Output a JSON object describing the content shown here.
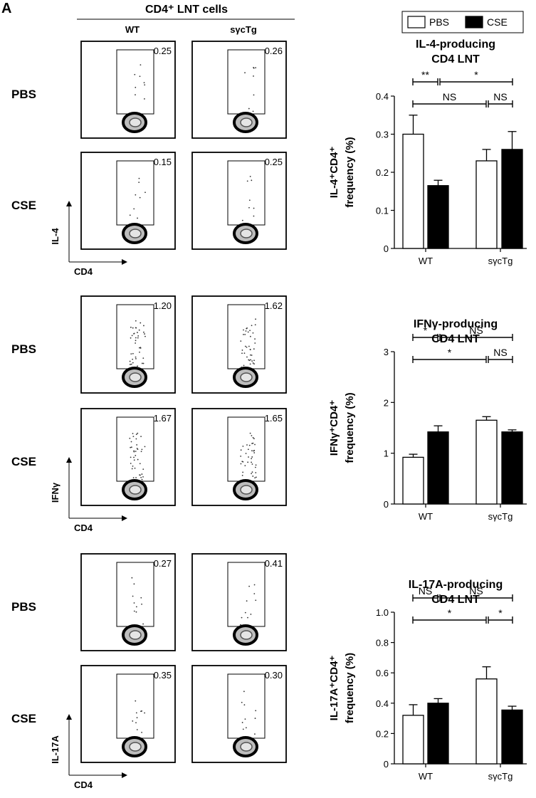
{
  "figure": {
    "panel_letter": "A",
    "header": "CD4⁺ LNT cells",
    "col_wt": "WT",
    "col_tg": "sγcTg",
    "row_labels": [
      "PBS",
      "CSE",
      "PBS",
      "CSE",
      "PBS",
      "CSE"
    ],
    "x_axis_label": "CD4",
    "y_axis_labels": [
      "IL-4",
      "IFNγ",
      "IL-17A"
    ],
    "gate_values": [
      [
        "0.25",
        "0.26"
      ],
      [
        "0.15",
        "0.25"
      ],
      [
        "1.20",
        "1.62"
      ],
      [
        "1.67",
        "1.65"
      ],
      [
        "0.27",
        "0.41"
      ],
      [
        "0.35",
        "0.30"
      ]
    ]
  },
  "legend": {
    "pbs": "PBS",
    "cse": "CSE",
    "pbs_color": "#ffffff",
    "cse_color": "#000000"
  },
  "chart_data": [
    {
      "type": "bar",
      "title": "IL-4-producing",
      "subtitle": "CD4 LNT",
      "ylabel_1": "IL-4⁺CD4⁺",
      "ylabel_2": "frequency (%)",
      "categories": [
        "WT",
        "sγcTg"
      ],
      "series": [
        {
          "name": "PBS",
          "values": [
            0.3,
            0.23
          ],
          "errors": [
            0.05,
            0.03
          ]
        },
        {
          "name": "CSE",
          "values": [
            0.165,
            0.26
          ],
          "errors": [
            0.014,
            0.047
          ]
        }
      ],
      "ylim": [
        0,
        0.4
      ],
      "yticks": [
        "0",
        "0.1",
        "0.2",
        "0.3",
        "0.4"
      ],
      "annotations": [
        {
          "text": "**",
          "from": 0,
          "to": 1
        },
        {
          "text": "*",
          "from": 1,
          "to": 3
        },
        {
          "text": "NS",
          "from": 0,
          "to": 2
        },
        {
          "text": "NS",
          "from": 2,
          "to": 3
        }
      ]
    },
    {
      "type": "bar",
      "title": "IFNγ-producing",
      "subtitle": "CD4 LNT",
      "ylabel_1": "IFNγ⁺CD4⁺",
      "ylabel_2": "frequency (%)",
      "categories": [
        "WT",
        "sγcTg"
      ],
      "series": [
        {
          "name": "PBS",
          "values": [
            0.92,
            1.65
          ],
          "errors": [
            0.06,
            0.07
          ]
        },
        {
          "name": "CSE",
          "values": [
            1.42,
            1.42
          ],
          "errors": [
            0.12,
            0.04
          ]
        }
      ],
      "ylim": [
        0,
        3
      ],
      "yticks": [
        "0",
        "1",
        "2",
        "3"
      ],
      "annotations": [
        {
          "text": "*",
          "from": 0,
          "to": 1
        },
        {
          "text": "NS",
          "from": 1,
          "to": 3
        },
        {
          "text": "*",
          "from": 0,
          "to": 2
        },
        {
          "text": "NS",
          "from": 2,
          "to": 3
        }
      ]
    },
    {
      "type": "bar",
      "title": "IL-17A-producing",
      "subtitle": "CD4 LNT",
      "ylabel_1": "IL-17A⁺CD4⁺",
      "ylabel_2": "frequency (%)",
      "categories": [
        "WT",
        "sγcTg"
      ],
      "series": [
        {
          "name": "PBS",
          "values": [
            0.32,
            0.56
          ],
          "errors": [
            0.07,
            0.08
          ]
        },
        {
          "name": "CSE",
          "values": [
            0.4,
            0.355
          ],
          "errors": [
            0.03,
            0.025
          ]
        }
      ],
      "ylim": [
        0,
        1.0
      ],
      "yticks": [
        "0",
        "0.2",
        "0.4",
        "0.6",
        "0.8",
        "1.0"
      ],
      "annotations": [
        {
          "text": "NS",
          "from": 0,
          "to": 1
        },
        {
          "text": "NS",
          "from": 1,
          "to": 3
        },
        {
          "text": "*",
          "from": 0,
          "to": 2
        },
        {
          "text": "*",
          "from": 2,
          "to": 3
        }
      ]
    }
  ]
}
